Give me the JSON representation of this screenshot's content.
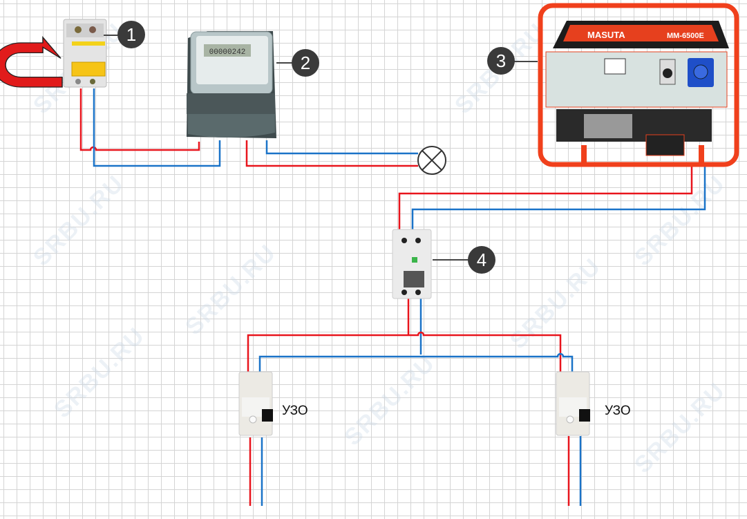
{
  "watermark": "SRBU.RU",
  "callouts": [
    "1",
    "2",
    "3",
    "4"
  ],
  "rcd_label": "УЗО",
  "generator": {
    "brand": "MASUTA",
    "model": "MM-6500E"
  },
  "meter": {
    "display": "00000242"
  },
  "colors": {
    "phase_wire": "#e8141c",
    "neutral_wire": "#1a73c8",
    "callout": "#3a3a3a",
    "generator_frame": "#f0401c"
  }
}
